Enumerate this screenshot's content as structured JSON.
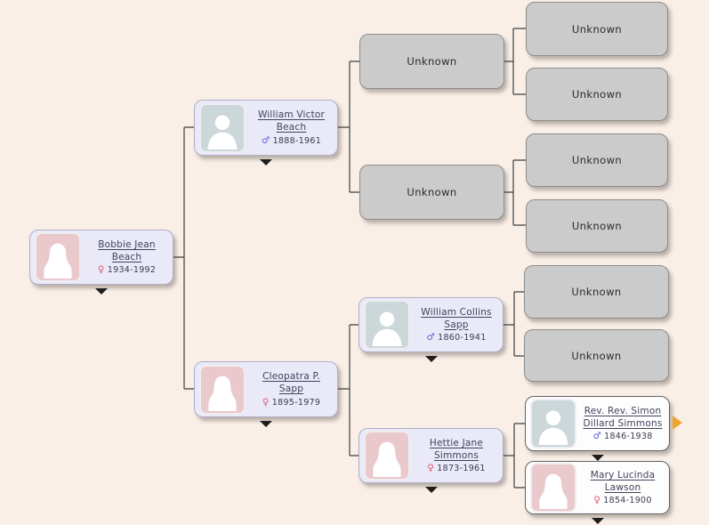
{
  "canvas": {
    "background": "#f9efe7"
  },
  "colors": {
    "person_card_bg": "#e9e9f8",
    "person_card_border": "#b0aec6",
    "white_card_bg": "#fdfdfd",
    "white_card_border": "#636363",
    "unknown_card_bg": "#cbcbcb",
    "male_photo_bg": "#ccd7da",
    "female_photo_bg": "#eac9cc",
    "name_link_text": "#42425e",
    "male_symbol": "#6464d8",
    "female_symbol": "#e5586e",
    "connector_line": "#3f3f3f",
    "collapse_toggle": "#1e1e1e",
    "expand_arrow": "#f0a42c"
  },
  "icons": {
    "male_symbol": "♂",
    "female_symbol": "♀",
    "collapse_toggle": "down-triangle",
    "expand_ancestors": "right-triangle"
  },
  "nodes": [
    {
      "relation": "self",
      "name": "Bobbie Jean Beach",
      "dates": "1934-1992",
      "gender": "female"
    },
    {
      "relation": "father",
      "name": "William Victor Beach",
      "dates": "1888-1961",
      "gender": "male"
    },
    {
      "relation": "mother",
      "name": "Cleopatra P. Sapp",
      "dates": "1895-1979",
      "gender": "female"
    },
    {
      "relation": "paternal-grandfather",
      "name": "Unknown"
    },
    {
      "relation": "paternal-grandmother",
      "name": "Unknown"
    },
    {
      "relation": "maternal-grandfather",
      "name": "William Collins Sapp",
      "dates": "1860-1941",
      "gender": "male"
    },
    {
      "relation": "maternal-grandmother",
      "name": "Hettie Jane Simmons",
      "dates": "1873-1961",
      "gender": "female"
    },
    {
      "relation": "paternal-great-grandparent-1",
      "name": "Unknown"
    },
    {
      "relation": "paternal-great-grandparent-2",
      "name": "Unknown"
    },
    {
      "relation": "paternal-great-grandparent-3",
      "name": "Unknown"
    },
    {
      "relation": "paternal-great-grandparent-4",
      "name": "Unknown"
    },
    {
      "relation": "maternal-great-grandfather-sapp",
      "name": "Unknown"
    },
    {
      "relation": "maternal-great-grandmother-sapp",
      "name": "Unknown"
    },
    {
      "relation": "maternal-great-grandfather-simmons",
      "name": "Rev. Rev. Simon Dillard Simmons",
      "dates": "1846-1938",
      "gender": "male"
    },
    {
      "relation": "maternal-great-grandmother-lawson",
      "name": "Mary Lucinda Lawson",
      "dates": "1854-1900",
      "gender": "female"
    }
  ]
}
